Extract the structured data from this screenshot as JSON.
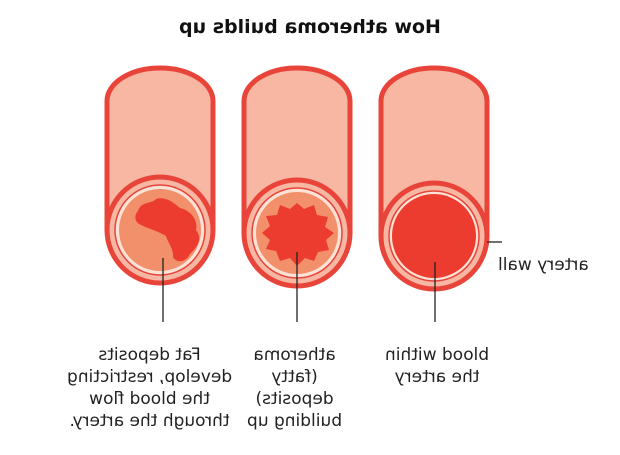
{
  "title": "How atheroma builds up",
  "labels": {
    "fat_deposits": "Fat deposits\ndevelop, restricting\nthe blood flow\nthrough the artery.",
    "atheroma": "atheroma\n(fatty\ndeposits)\nbuilding up",
    "blood": "blood within\nthe artery",
    "artery_wall": "artery wall"
  },
  "colors": {
    "outline": "#e8443a",
    "wall": "#f7b7a3",
    "inner_ring": "#fde2d6",
    "lumen_fat": "#f2906c",
    "blood": "#ec3b2f",
    "leader": "#222222"
  }
}
